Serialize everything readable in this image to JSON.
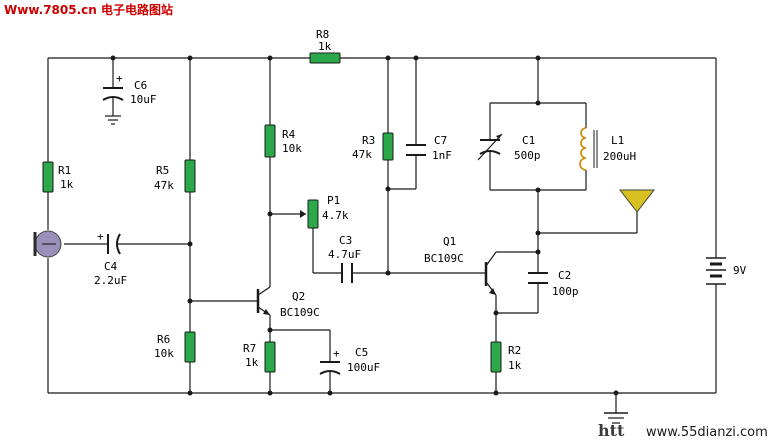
{
  "watermark": {
    "top": "Www.7805.cn 电子电路图站",
    "bottom_logo": "htt",
    "bottom_url": "www.55dianzi.com"
  },
  "components": {
    "r8": {
      "name": "R8",
      "value": "1k"
    },
    "c6": {
      "name": "C6",
      "value": "10uF"
    },
    "r1": {
      "name": "R1",
      "value": "1k"
    },
    "r5": {
      "name": "R5",
      "value": "47k"
    },
    "r4": {
      "name": "R4",
      "value": "10k"
    },
    "r3": {
      "name": "R3",
      "value": "47k"
    },
    "c7": {
      "name": "C7",
      "value": "1nF"
    },
    "c1": {
      "name": "C1",
      "value": "500p"
    },
    "l1": {
      "name": "L1",
      "value": "200uH"
    },
    "p1": {
      "name": "P1",
      "value": "4.7k"
    },
    "c3": {
      "name": "C3",
      "value": "4.7uF"
    },
    "q1": {
      "name": "Q1",
      "value": "BC109C"
    },
    "c4": {
      "name": "C4",
      "value": "2.2uF"
    },
    "q2": {
      "name": "Q2",
      "value": "BC109C"
    },
    "c2": {
      "name": "C2",
      "value": "100p"
    },
    "r6": {
      "name": "R6",
      "value": "10k"
    },
    "r7": {
      "name": "R7",
      "value": "1k"
    },
    "c5": {
      "name": "C5",
      "value": "100uF"
    },
    "r2": {
      "name": "R2",
      "value": "1k"
    },
    "battery": {
      "name": "",
      "value": "9V"
    }
  }
}
